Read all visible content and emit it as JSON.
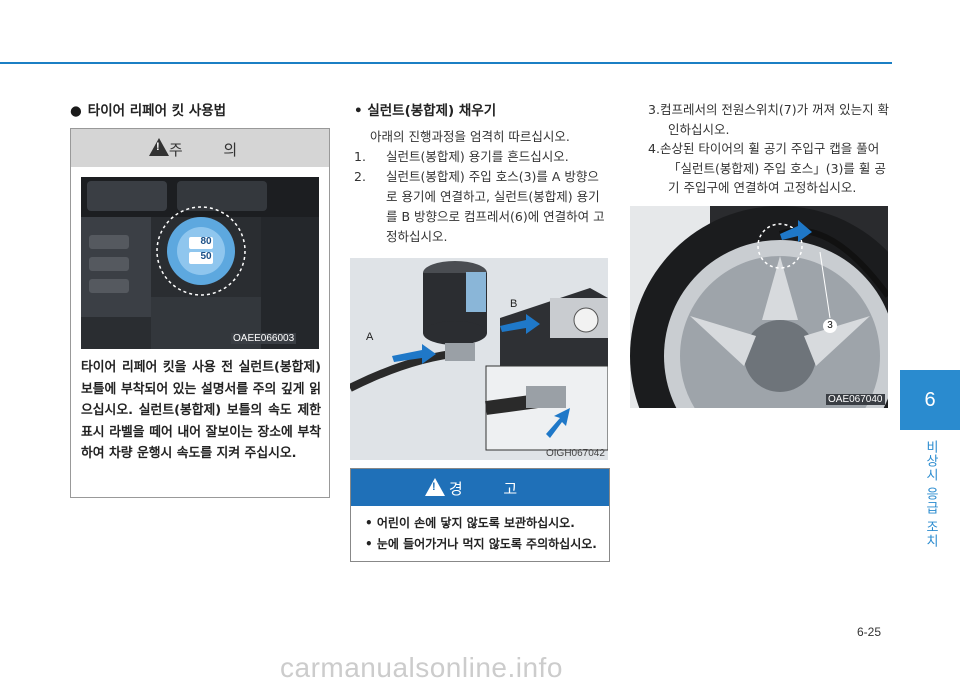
{
  "chapter": {
    "number": "6",
    "title": "비상시 응급 조치"
  },
  "left": {
    "section_title": "타이어 리페어 킷 사용법",
    "caution": {
      "label": "주 의",
      "image_caption": "OAEE066003",
      "gauge_top": "80",
      "gauge_bottom": "50",
      "text": "타이어 리페어 킷을 사용 전 실런트(봉합제) 보틀에 부착되어 있는 설명서를 주의 깊게 읽으십시오. 실런트(봉합제) 보틀의 속도 제한 표시 라벨을 떼어 내어 잘보이는 장소에 부착하여 차량 운행시 속도를 지켜 주십시오."
    }
  },
  "middle": {
    "title": "• 실런트(봉합제) 채우기",
    "intro": "아래의 진행과정을 엄격히 따르십시오.",
    "step1_num": "1.",
    "step1": "실런트(봉합제) 용기를 흔드십시오.",
    "step2_num": "2.",
    "step2": "실런트(봉합제) 주입 호스(3)를 A 방향으로 용기에 연결하고, 실런트(봉합제) 용기를 B 방향으로 컴프레서(6)에 연결하여 고정하십시오.",
    "image_caption": "OIGH067042",
    "label_a": "A",
    "label_b": "B",
    "warning": {
      "label": "경 고",
      "items": [
        "어린이 손에 닿지 않도록 보관하십시오.",
        "눈에 들어가거나 먹지 않도록 주의하십시오."
      ]
    }
  },
  "right": {
    "step3_num": "3.",
    "step3": "컴프레서의 전원스위치(7)가 꺼져 있는지 확인하십시오.",
    "step4_num": "4.",
    "step4": "손상된 타이어의 휠 공기 주입구 캡을 풀어 「실런트(봉합제) 주입 호스」(3)를 휠 공기 주입구에 연결하여 고정하십시오.",
    "image_caption": "OAE067040",
    "callout": "3"
  },
  "page_number": "6-25",
  "watermark": "carmanualsonline.info",
  "colors": {
    "accent": "#1f70b8",
    "chapter_tab": "#2a8bcf",
    "caution_head": "#d5d5d5"
  }
}
